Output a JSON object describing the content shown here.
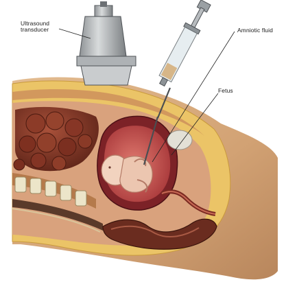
{
  "labels": {
    "transducer": "Ultrasound\ntransducer",
    "amniotic": "Amniotic fluid",
    "fetus": "Fetus"
  },
  "colors": {
    "skin": "#d7aa7c",
    "fat": "#e9c15f",
    "uterus": "#8e2b2c",
    "fluid": "#c85753",
    "intestine": "#7a3222",
    "spine": "#e6dfc3"
  }
}
